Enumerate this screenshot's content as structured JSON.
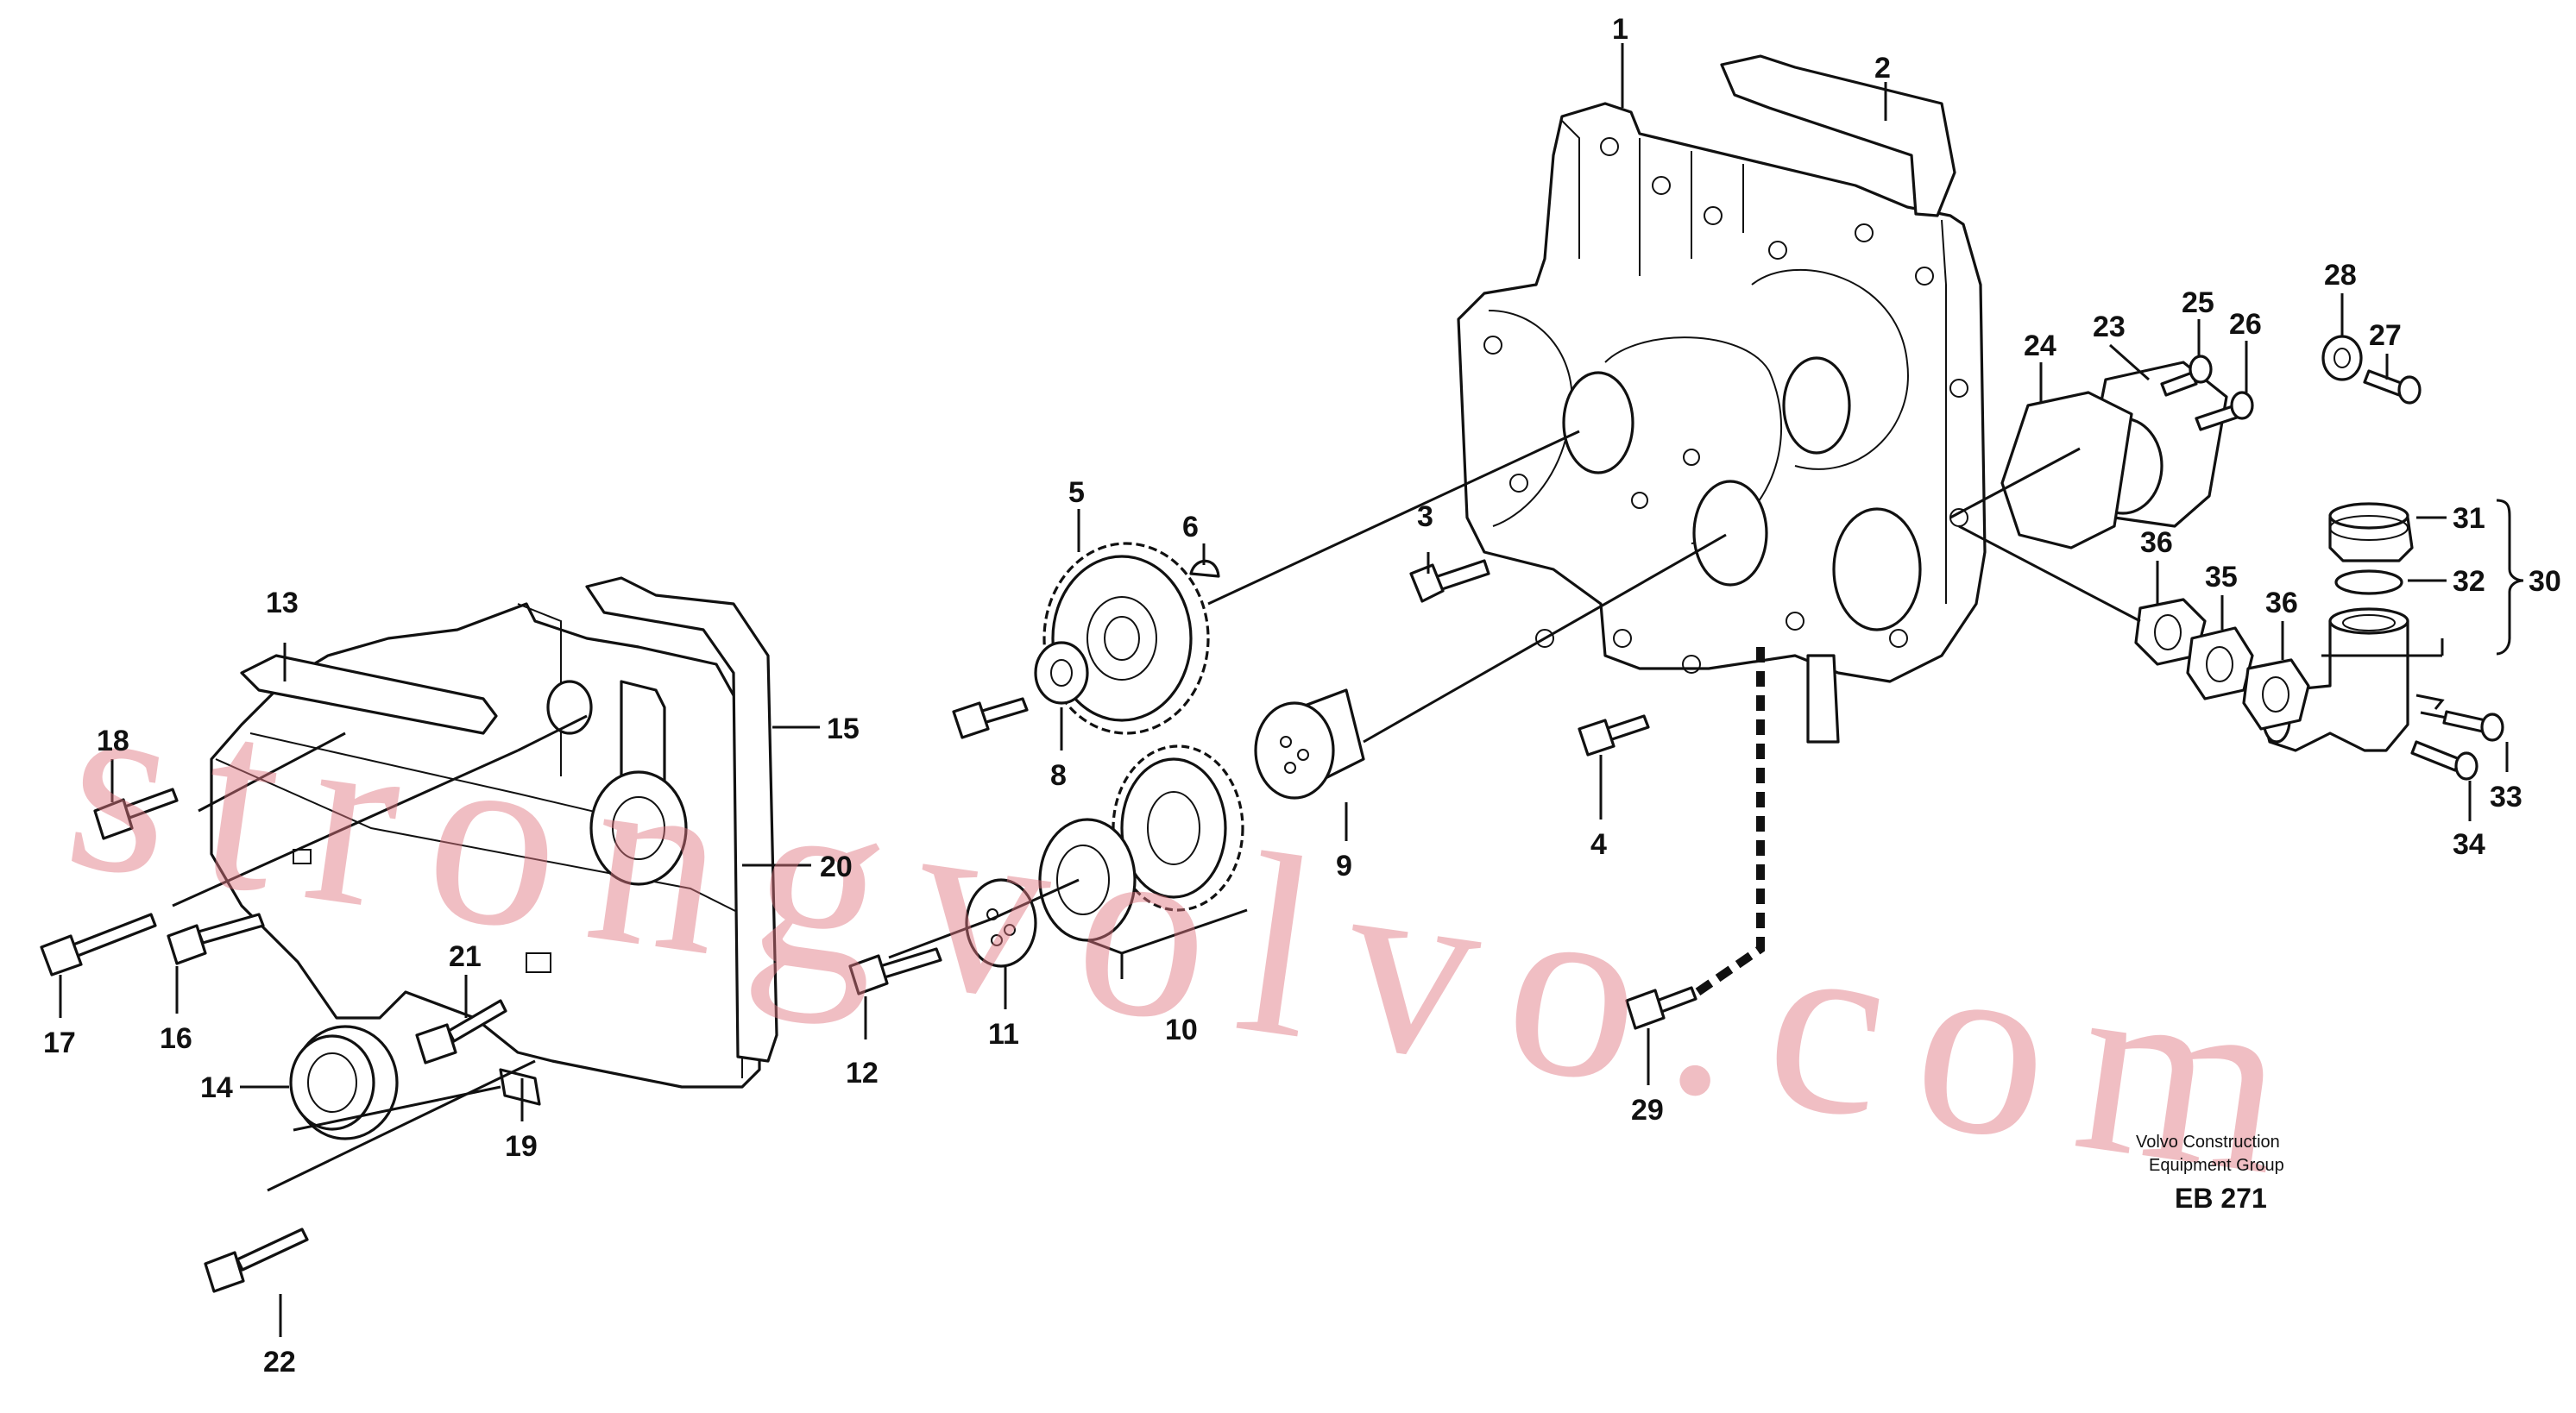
{
  "labels": {
    "l1": "1",
    "l2": "2",
    "l3": "3",
    "l4": "4",
    "l5": "5",
    "l6": "6",
    "l8": "8",
    "l9": "9",
    "l10": "10",
    "l11": "11",
    "l12": "12",
    "l13": "13",
    "l14": "14",
    "l15": "15",
    "l16": "16",
    "l17": "17",
    "l18": "18",
    "l19": "19",
    "l20": "20",
    "l21": "21",
    "l22": "22",
    "l23": "23",
    "l24": "24",
    "l25": "25",
    "l26": "26",
    "l27": "27",
    "l28": "28",
    "l29": "29",
    "l30": "30",
    "l31": "31",
    "l32": "32",
    "l33": "33",
    "l34": "34",
    "l35": "35",
    "l36a": "36",
    "l36b": "36"
  },
  "credit": {
    "line1": "Volvo Construction",
    "line2": "Equipment Group",
    "code": "EB 271"
  },
  "watermark": "strongvolvo.com"
}
